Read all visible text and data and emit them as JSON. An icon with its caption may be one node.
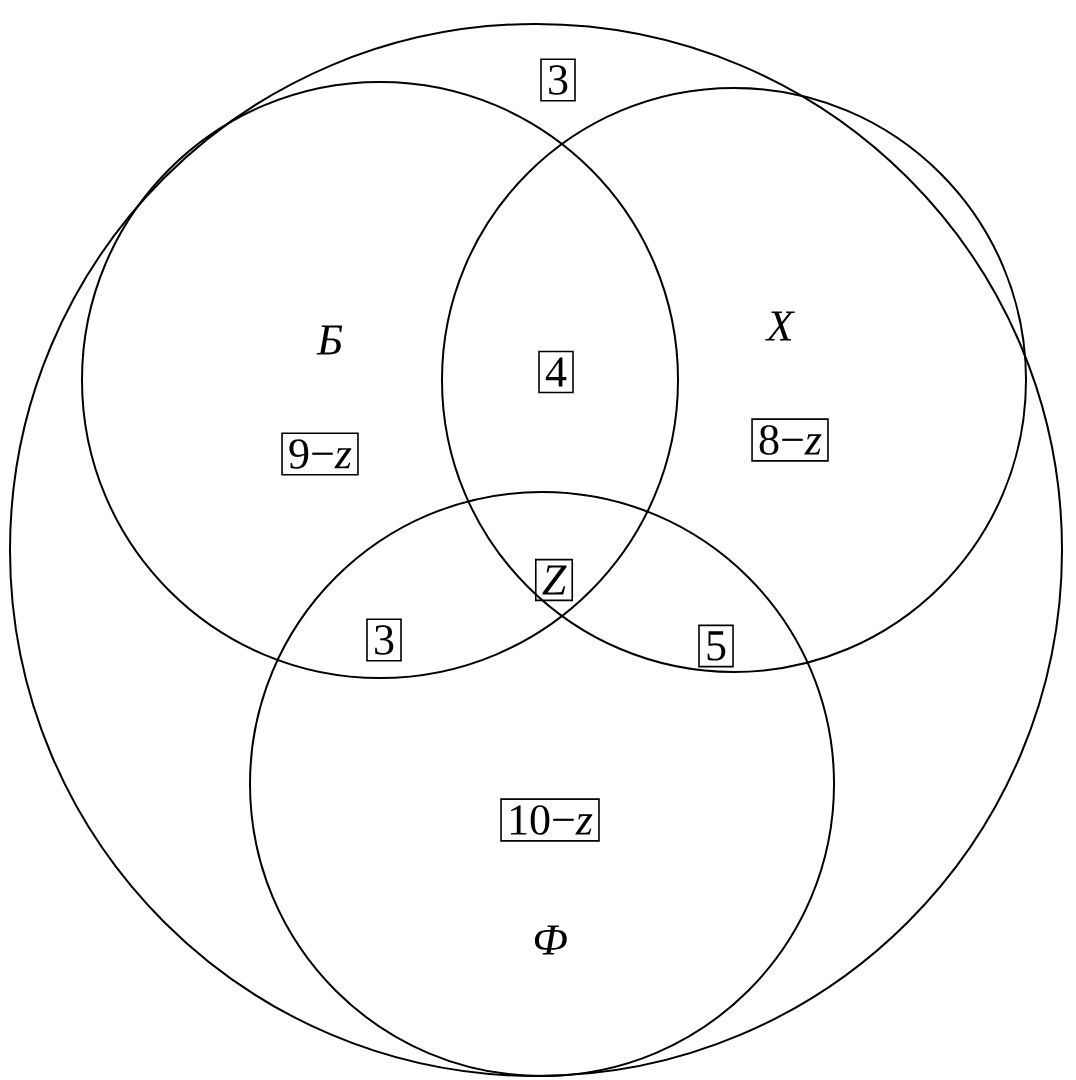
{
  "diagram": {
    "nodes": [
      {
        "text": [],
        "shape": "circle"
      },
      {
        "text": [
          "3"
        ],
        "in": 0
      },
      {
        "text": [
          "Б"
        ],
        "in": 0
      },
      {
        "text": [
          "9−*z*"
        ],
        "in": 2
      },
      {
        "text": [
          "4"
        ]
      },
      {
        "text": [
          "Х"
        ],
        "in": 0
      },
      {
        "text": [
          "8−*z*"
        ],
        "in": 5
      },
      {
        "text": [
          "Z"
        ]
      },
      {
        "text": [
          "3"
        ]
      },
      {
        "text": [
          "5"
        ]
      },
      {
        "text": [
          "Ф"
        ],
        "in": 0
      },
      {
        "text": [
          "10−*z*"
        ],
        "in": 10
      }
    ]
  }
}
